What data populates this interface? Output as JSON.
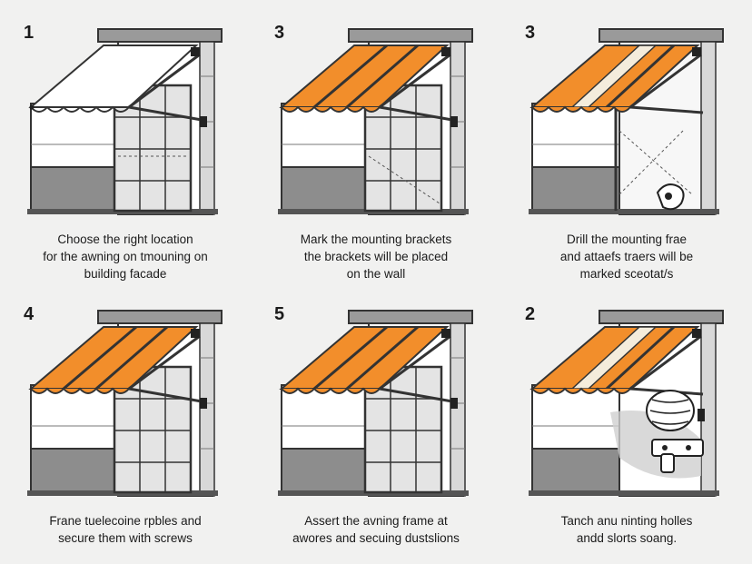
{
  "steps": [
    {
      "number": "1",
      "awning_color": "#ffffff",
      "caption_lines": [
        "Choose the right location",
        "for the awning on tmouning on",
        "building facade"
      ]
    },
    {
      "number": "3",
      "awning_color": "#f28e2b",
      "caption_lines": [
        "Mark the mounting brackets",
        "the brackets will be placed",
        "on the wall"
      ]
    },
    {
      "number": "3",
      "awning_color": "#f28e2b",
      "caption_lines": [
        "Drill the mounting frae",
        "and attaefs traers will be",
        "marked sceotat/s"
      ]
    },
    {
      "number": "4",
      "awning_color": "#f28e2b",
      "caption_lines": [
        "Frane tuelecoine rpbles and",
        "secure them with screws"
      ]
    },
    {
      "number": "5",
      "awning_color": "#f28e2b",
      "caption_lines": [
        "Assert the avning frame at",
        "awores and secuing dustslions"
      ]
    },
    {
      "number": "2",
      "awning_color": "#f28e2b",
      "caption_lines": [
        "Tanch anu ninting holles",
        "andd slorts soang."
      ]
    }
  ]
}
